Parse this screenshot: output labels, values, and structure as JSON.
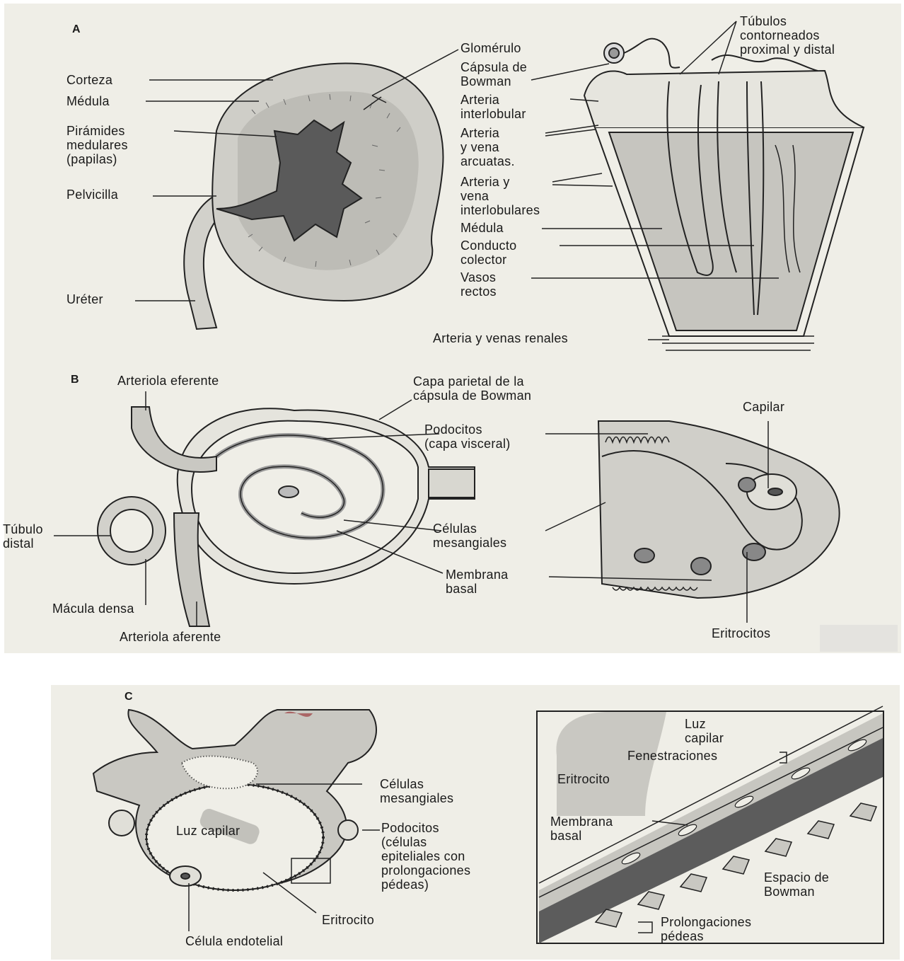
{
  "panel_a": {
    "tag": "A",
    "labels": {
      "corteza": "Corteza",
      "medula_left": "Médula",
      "piramides": "Pirámides\nmedulares\n(papilas)",
      "pelvicilla": "Pelvicilla",
      "ureter": "Uréter",
      "glomerulo": "Glomérulo",
      "capsula": "Cápsula de\nBowman",
      "arteria_interlobular": "Arteria\ninterlobular",
      "arteria_vena_arcuatas": "Arteria\ny vena\narcuatas.",
      "arteria_vena_interlobulares": "Arteria y\nvena\ninterlobulares",
      "medula_right": "Médula",
      "conducto": "Conducto\ncolector",
      "vasos": "Vasos\nrectos",
      "renales": "Arteria y venas renales",
      "tubulos": "Túbulos\ncontorneados\nproximal y distal"
    }
  },
  "panel_b": {
    "tag": "B",
    "labels": {
      "arteriola_eferente": "Arteriola eferente",
      "capa_parietal": "Capa parietal de la\ncápsula de Bowman",
      "podocitos": "Podocitos\n(capa visceral)",
      "capilar": "Capilar",
      "tubulo_distal": "Túbulo\ndistal",
      "celulas_mesangiales": "Células\nmesangiales",
      "membrana_basal": "Membrana\nbasal",
      "macula_densa": "Mácula densa",
      "arteriola_aferente": "Arteriola aferente",
      "eritrocitos": "Eritrocitos"
    }
  },
  "panel_c": {
    "tag": "C",
    "labels": {
      "celulas_mesangiales": "Células\nmesangiales",
      "luz_capilar": "Luz capilar",
      "podocitos": "Podocitos\n(células\nepiteliales con\nprolongaciones\npédeas)",
      "eritrocito": "Eritrocito",
      "celula_endotelial": "Célula endotelial",
      "luz_capilar_right": "Luz\ncapilar",
      "fenestraciones": "Fenestraciones",
      "eritrocito_right": "Eritrocito",
      "membrana_basal": "Membrana\nbasal",
      "espacio_bowman": "Espacio de\nBowman",
      "prolongaciones": "Prolongaciones\npédeas"
    }
  },
  "colors": {
    "paper": "#efeee7",
    "tissue": "#c9c8c2",
    "dark": "#555555",
    "ink": "#1a1a1a"
  }
}
